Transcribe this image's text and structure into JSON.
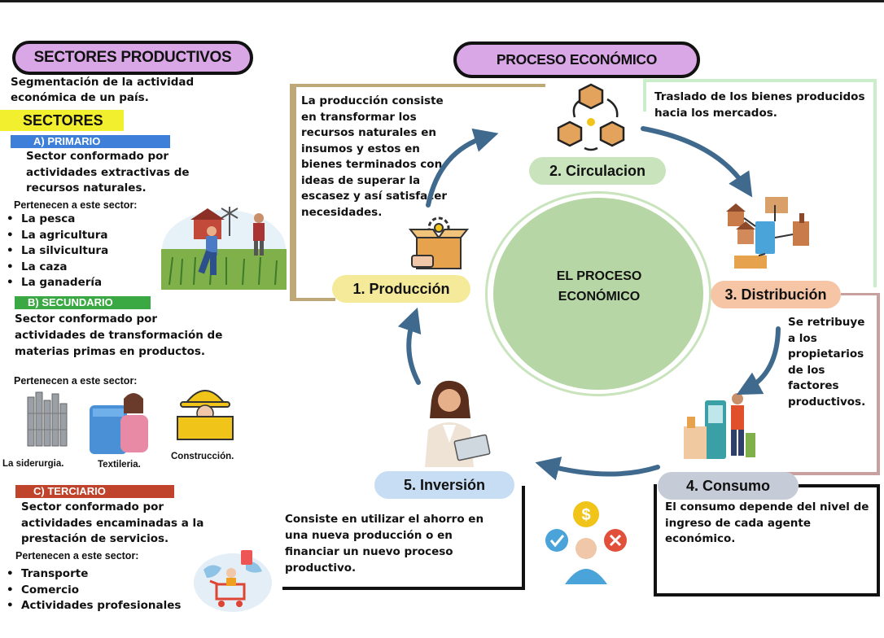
{
  "left": {
    "title": "SECTORES PRODUCTIVOS",
    "intro": "Segmentación de la actividad económica de un país.",
    "sectores_label": "SECTORES",
    "primario": {
      "header": "A) PRIMARIO",
      "desc": "Sector conformado por actividades extractivas de recursos naturales.",
      "belong": "Pertenecen a este sector:",
      "items": [
        "La pesca",
        "La agricultura",
        "La silvicultura",
        "La caza",
        "La ganadería"
      ]
    },
    "secundario": {
      "header": "B) SECUNDARIO",
      "desc": "Sector conformado por actividades de transformación de materias primas en productos.",
      "belong": "Pertenecen a este sector:",
      "examples": [
        "La siderurgia.",
        "Textileria.",
        "Construcción."
      ]
    },
    "terciario": {
      "header": "C) TERCIARIO",
      "desc": "Sector conformado por actividades encaminadas a la prestación de servicios.",
      "belong": "Pertenecen a este sector:",
      "items": [
        "Transporte",
        "Comercio",
        "Actividades profesionales"
      ]
    }
  },
  "right": {
    "title": "PROCESO ECONÓMICO",
    "center": "EL PROCESO ECONÓMICO",
    "produccion": {
      "label": "1. Producción",
      "desc": "La producción consiste en transformar los recursos naturales en insumos y estos en bienes terminados con ideas de superar la escasez y así satisfacer necesidades."
    },
    "circulacion": {
      "label": "2. Circulacion",
      "desc": "Traslado de los bienes producidos hacia los mercados."
    },
    "distribucion": {
      "label": "3. Distribución",
      "desc": "Se retribuye a los propietarios de los factores productivos."
    },
    "consumo": {
      "label": "4. Consumo",
      "desc": "El consumo depende del nivel de ingreso de cada agente económico."
    },
    "inversion": {
      "label": "5. Inversión",
      "desc": "Consiste en utilizar el ahorro en una nueva producción o en financiar un nuevo proceso productivo."
    }
  },
  "colors": {
    "pill": "#d9a6e6",
    "sectores": "#f2ef2e",
    "primario": "#3d7fd9",
    "secundario": "#3aa843",
    "terciario": "#c0432b",
    "produccion": "#f5ea9a",
    "circulacion": "#c9e4bd",
    "distribucion": "#f5c5a5",
    "consumo": "#c5ccd8",
    "inversion": "#c7ddf3",
    "center": "#b7d6a6",
    "arrow": "#3f6a8e"
  },
  "icons": [
    "farm-illustration",
    "steel-bars-icon",
    "textile-worker-icon",
    "hardhat-worker-icon",
    "shopping-world-icon",
    "boxes-cycle-icon",
    "factory-network-icon",
    "box-gear-icon",
    "businesswoman-laptop-icon",
    "vending-machine-icon",
    "money-decision-icon"
  ]
}
